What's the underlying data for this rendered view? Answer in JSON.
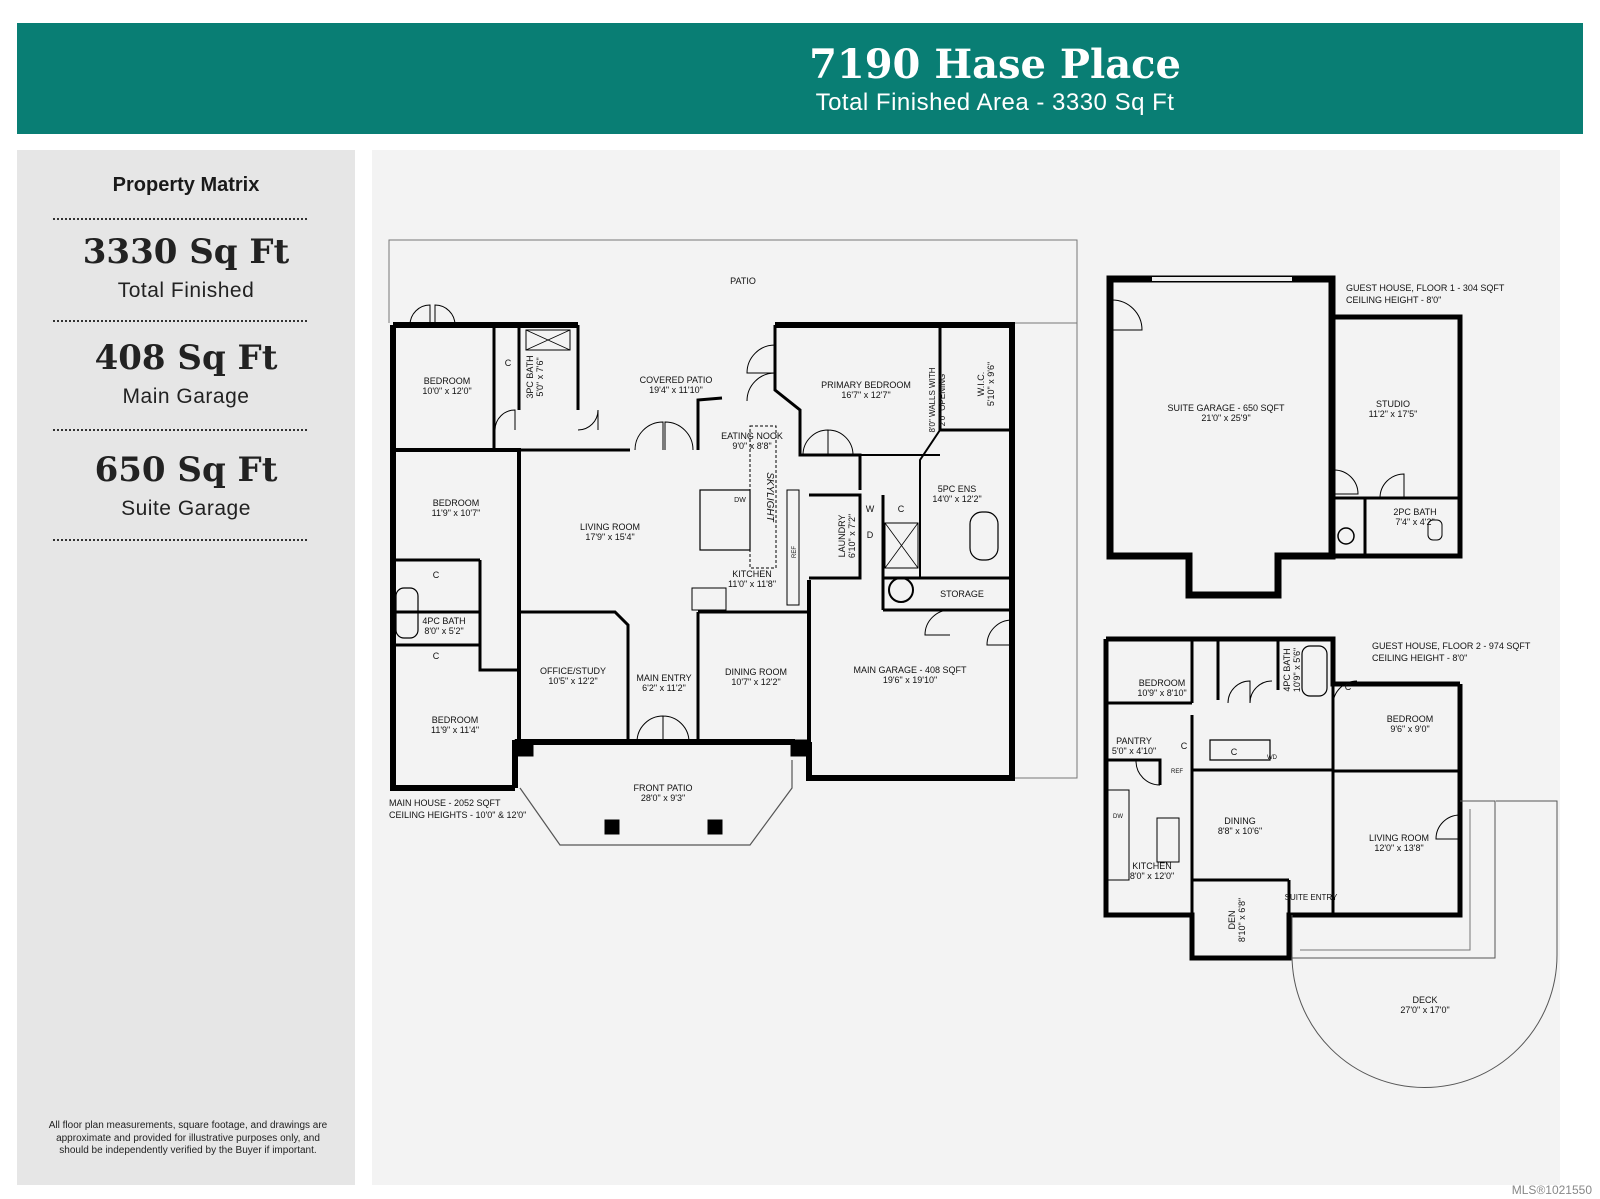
{
  "header": {
    "title": "7190 Hase Place",
    "subtitle": "Total Finished Area - 3330 Sq Ft"
  },
  "sidebar": {
    "title": "Property Matrix",
    "metrics": [
      {
        "value": "3330 Sq Ft",
        "label": "Total Finished"
      },
      {
        "value": "408 Sq Ft",
        "label": "Main Garage"
      },
      {
        "value": "650 Sq Ft",
        "label": "Suite Garage"
      }
    ],
    "disclaimer": "All floor plan measurements, square footage, and drawings are approximate and provided for illustrative purposes only, and should be independently verified by the Buyer if important."
  },
  "main_house": {
    "caption": [
      "MAIN HOUSE - 2052 SQFT",
      "CEILING HEIGHTS - 10'0\" & 12'0\""
    ],
    "rooms": [
      {
        "name": "PATIO",
        "dims": ""
      },
      {
        "name": "BEDROOM",
        "dims": "10'0\" x 12'0\""
      },
      {
        "name": "3PC BATH",
        "dims": "5'0\" x 7'6\""
      },
      {
        "name": "COVERED PATIO",
        "dims": "19'4\" x 11'10\""
      },
      {
        "name": "PRIMARY BEDROOM",
        "dims": "16'7\" x 12'7\""
      },
      {
        "name": "W.I.C.",
        "dims": "5'10\" x 9'6\""
      },
      {
        "name": "8'0\" WALLS WITH",
        "dims": "2'0\" OPENING"
      },
      {
        "name": "EATING NOOK",
        "dims": "9'0\" x 8'8\""
      },
      {
        "name": "SKYLIGHT",
        "dims": ""
      },
      {
        "name": "5PC ENS",
        "dims": "14'0\" x 12'2\""
      },
      {
        "name": "BEDROOM",
        "dims": "11'9\" x 10'7\""
      },
      {
        "name": "LIVING ROOM",
        "dims": "17'9\" x 15'4\""
      },
      {
        "name": "LAUNDRY",
        "dims": "6'10\" x 7'2\""
      },
      {
        "name": "KITCHEN",
        "dims": "11'0\" x 11'8\""
      },
      {
        "name": "STORAGE",
        "dims": ""
      },
      {
        "name": "4PC BATH",
        "dims": "8'0\" x 5'2\""
      },
      {
        "name": "OFFICE/STUDY",
        "dims": "10'5\" x 12'2\""
      },
      {
        "name": "MAIN ENTRY",
        "dims": "6'2\" x 11'2\""
      },
      {
        "name": "DINING ROOM",
        "dims": "10'7\" x 12'2\""
      },
      {
        "name": "MAIN GARAGE - 408 SQFT",
        "dims": "19'6\" x 19'10\""
      },
      {
        "name": "BEDROOM",
        "dims": "11'9\" x 11'4\""
      },
      {
        "name": "FRONT PATIO",
        "dims": "28'0\" x 9'3\""
      }
    ],
    "fixtures": [
      "C",
      "C",
      "C",
      "W",
      "C",
      "D",
      "DW",
      "REF"
    ]
  },
  "guest_floor1": {
    "caption": [
      "GUEST HOUSE, FLOOR 1 - 304 SQFT",
      "CEILING HEIGHT - 8'0\""
    ],
    "rooms": [
      {
        "name": "SUITE GARAGE - 650 SQFT",
        "dims": "21'0\" x 25'9\""
      },
      {
        "name": "STUDIO",
        "dims": "11'2\" x 17'5\""
      },
      {
        "name": "2PC BATH",
        "dims": "7'4\" x 4'2\""
      }
    ]
  },
  "guest_floor2": {
    "caption": [
      "GUEST HOUSE, FLOOR 2 - 974 SQFT",
      "CEILING HEIGHT - 8'0\""
    ],
    "rooms": [
      {
        "name": "BEDROOM",
        "dims": "10'9\" x 8'10\""
      },
      {
        "name": "4PC BATH",
        "dims": "10'9\" x 5'6\""
      },
      {
        "name": "BEDROOM",
        "dims": "9'6\" x 9'0\""
      },
      {
        "name": "PANTRY",
        "dims": "5'0\" x 4'10\""
      },
      {
        "name": "DINING",
        "dims": "8'8\" x 10'6\""
      },
      {
        "name": "LIVING ROOM",
        "dims": "12'0\" x 13'8\""
      },
      {
        "name": "KITCHEN",
        "dims": "8'0\" x 12'0\""
      },
      {
        "name": "DEN",
        "dims": "8'10\" x 6'8\""
      },
      {
        "name": "SUITE ENTRY",
        "dims": ""
      },
      {
        "name": "DECK",
        "dims": "27'0\" x 17'0\""
      }
    ],
    "fixtures": [
      "C",
      "C",
      "C",
      "WD",
      "REF",
      "DW"
    ]
  },
  "mls": "MLS®1021550"
}
